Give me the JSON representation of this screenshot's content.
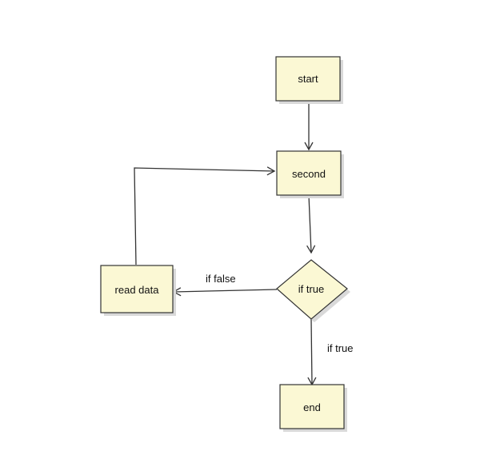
{
  "diagram": {
    "type": "flowchart",
    "nodes": {
      "start": {
        "label": "start",
        "shape": "rectangle"
      },
      "second": {
        "label": "second",
        "shape": "rectangle"
      },
      "decision": {
        "label": "if true",
        "shape": "diamond"
      },
      "read_data": {
        "label": "read data",
        "shape": "rectangle"
      },
      "end": {
        "label": "end",
        "shape": "rectangle"
      }
    },
    "edges": [
      {
        "from": "start",
        "to": "second",
        "label": ""
      },
      {
        "from": "second",
        "to": "decision",
        "label": ""
      },
      {
        "from": "decision",
        "to": "read_data",
        "label": "if false"
      },
      {
        "from": "read_data",
        "to": "second",
        "label": ""
      },
      {
        "from": "decision",
        "to": "end",
        "label": "if true"
      }
    ],
    "colors": {
      "node_fill": "#fbf8d4",
      "node_stroke": "#333333",
      "edge_stroke": "#333333",
      "text": "#111111"
    }
  }
}
